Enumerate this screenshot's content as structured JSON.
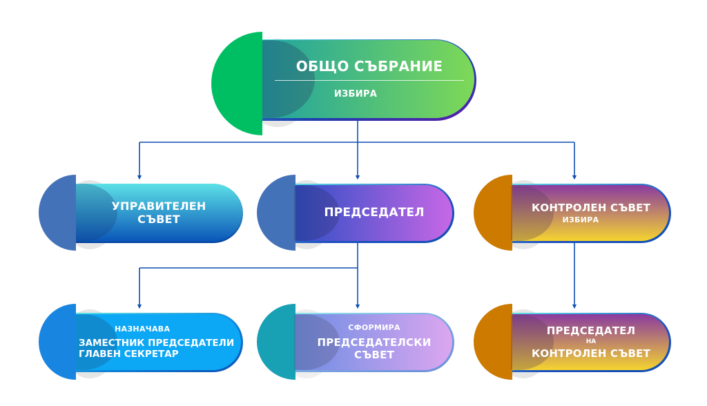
{
  "diagram": {
    "title": "Organizational structure",
    "connector_color": "#0d4fb3",
    "nodes": {
      "general_assembly": {
        "title": "ОБЩО СЪБРАНИЕ",
        "subtitle": "ИЗБИРА",
        "accent": "#00bf63",
        "gradient": [
          "#1fa3a0",
          "#7ed957"
        ]
      },
      "management_board": {
        "line1": "УПРАВИТЕЛЕН",
        "line2": "СЪВЕТ",
        "accent": "#4472b8",
        "gradient": [
          "#5ce1e6",
          "#004aad"
        ]
      },
      "chairman": {
        "title": "ПРЕДСЕДАТЕЛ",
        "accent": "#4472b8",
        "gradient": [
          "#2e4fc6",
          "#c767e6"
        ]
      },
      "control_board": {
        "title": "КОНТРОЛЕН СЪВЕТ",
        "subtitle": "ИЗБИРА",
        "accent": "#cc7a00",
        "gradient": [
          "#8a3aa0",
          "#f5d430"
        ]
      },
      "deputies": {
        "label": "НАЗНАЧАВА",
        "line1": "ЗАМЕСТНИК ПРЕДСЕДАТЕЛИ",
        "line2": "ГЛАВЕН СЕКРЕТАР",
        "accent": "#1885e0",
        "gradient": [
          "#0ca7f5",
          "#0ca7f5"
        ]
      },
      "chairman_council": {
        "label": "СФОРМИРА",
        "line1": "ПРЕДСЕДАТЕЛСКИ",
        "line2": "СЪВЕТ",
        "accent": "#18a0b5",
        "gradient": [
          "#6c8de3",
          "#dca6f0"
        ]
      },
      "control_chairman": {
        "line1": "ПРЕДСЕДАТЕЛ",
        "line2": "НА",
        "line3": "КОНТРОЛЕН СЪВЕТ",
        "accent": "#cc7a00",
        "gradient": [
          "#8a3aa0",
          "#f5d430"
        ]
      }
    }
  }
}
